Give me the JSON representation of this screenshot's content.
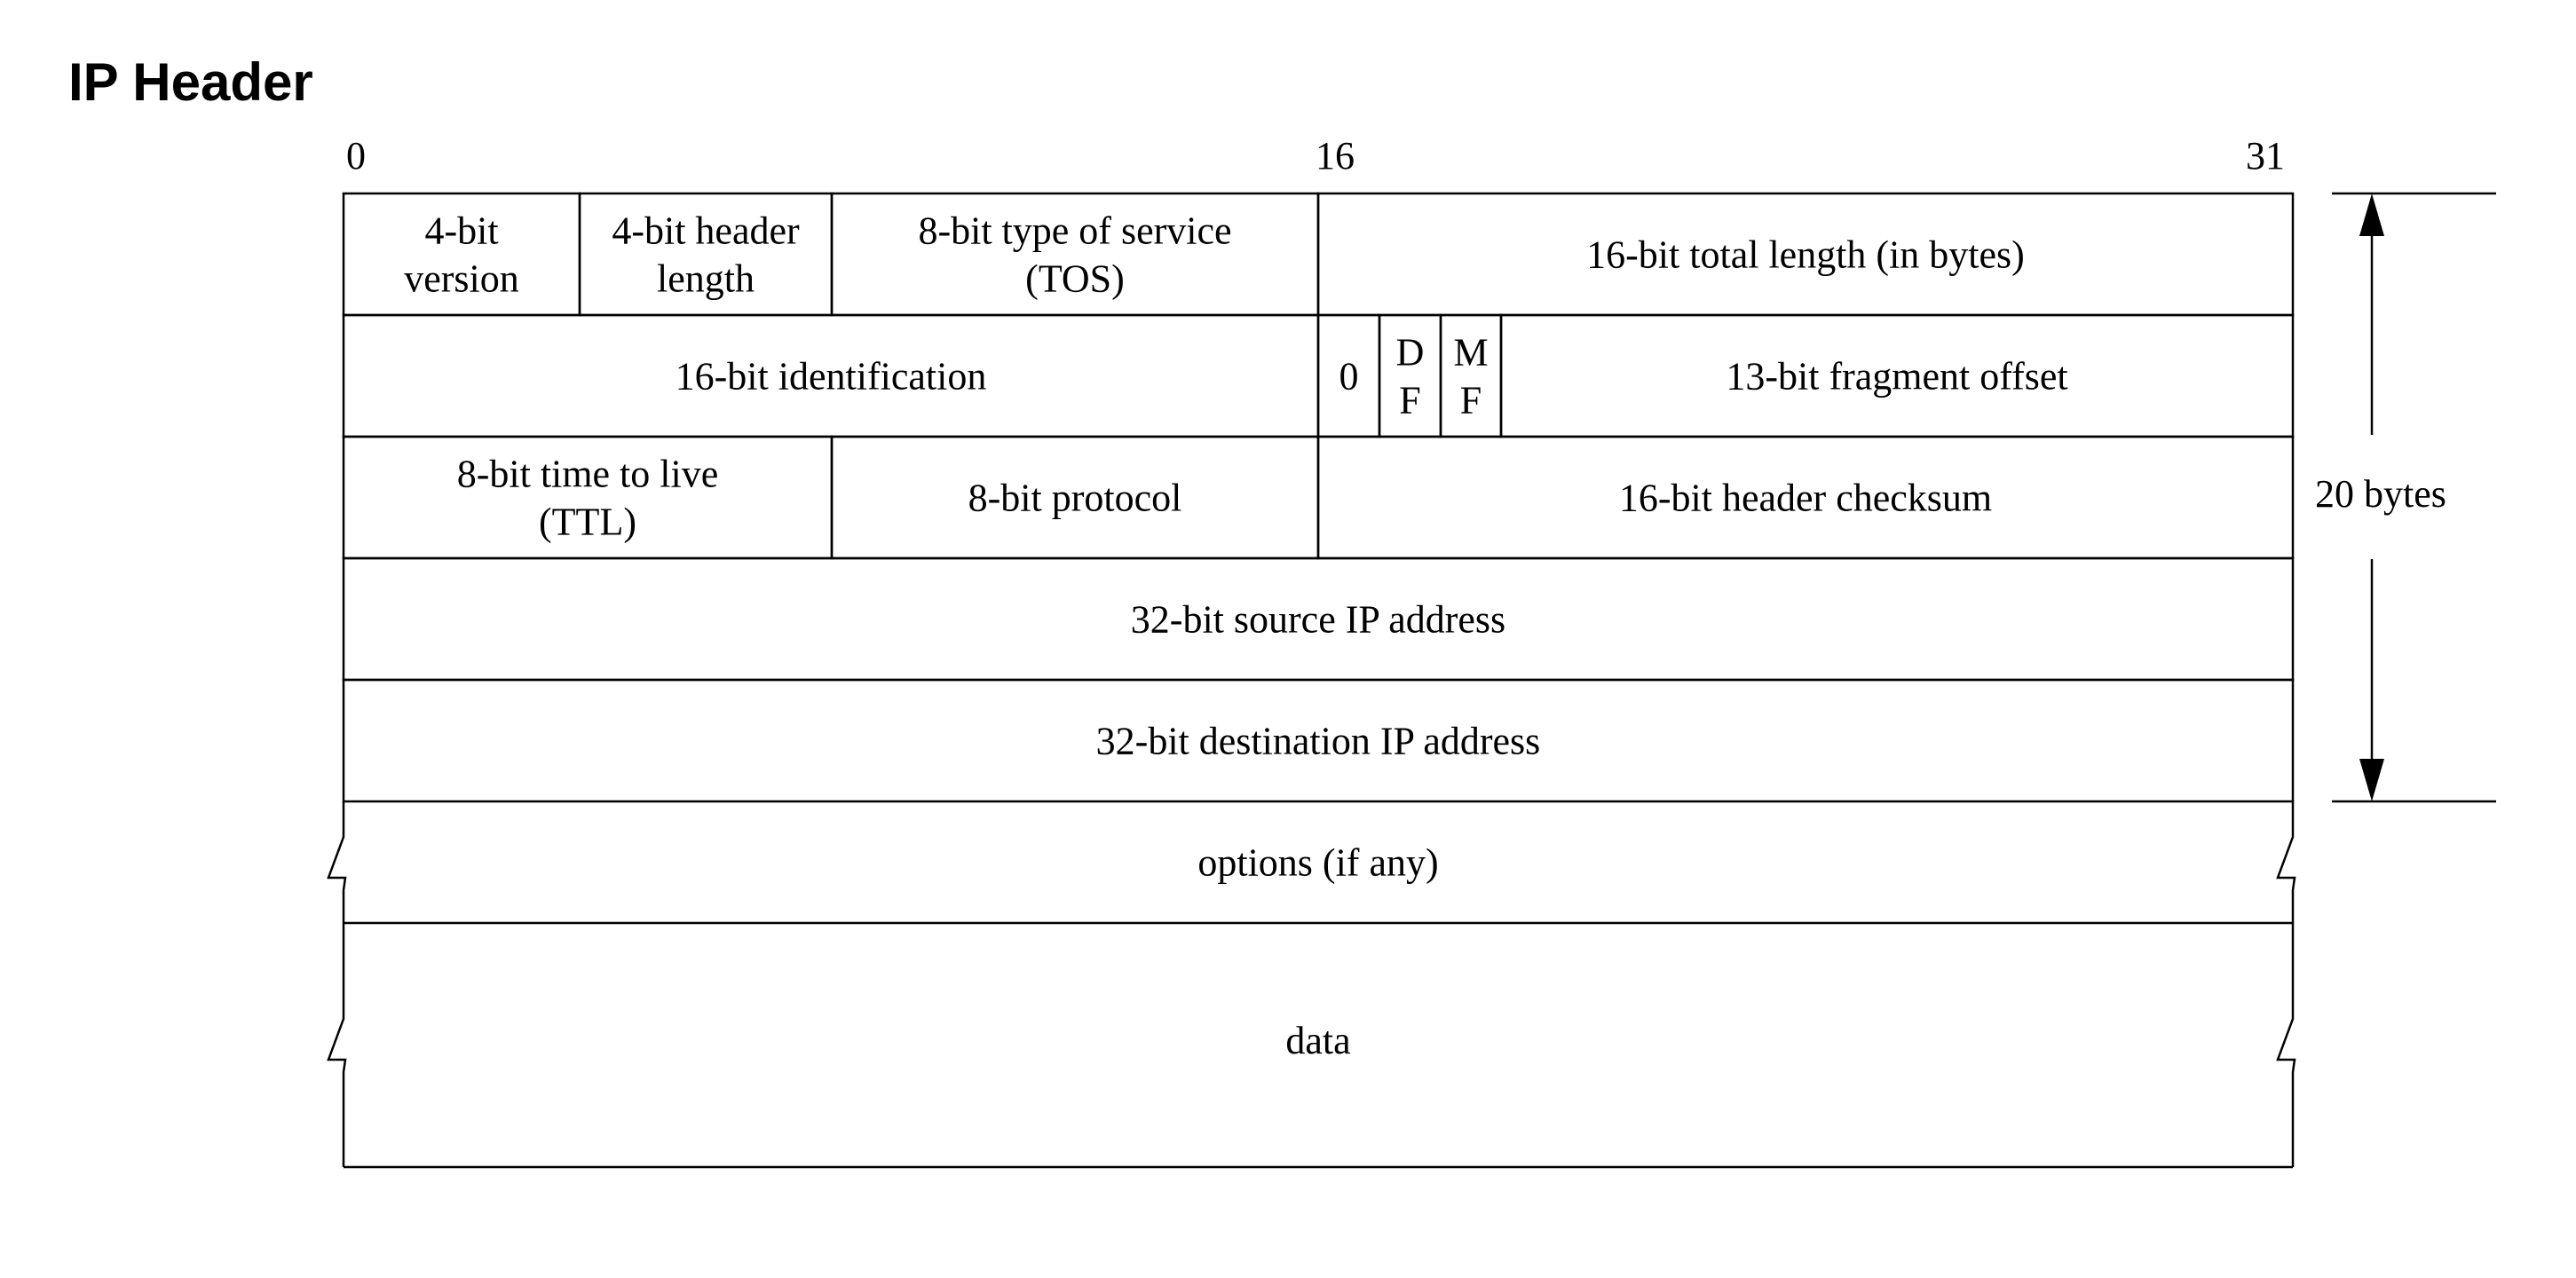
{
  "title": "IP Header",
  "bit_ticks": [
    "0",
    "16",
    "31"
  ],
  "rows": [
    [
      {
        "id": "version",
        "lines": [
          "4-bit",
          "version"
        ]
      },
      {
        "id": "header-length",
        "lines": [
          "4-bit header",
          "length"
        ]
      },
      {
        "id": "tos",
        "lines": [
          "8-bit type of service",
          "(TOS)"
        ]
      },
      {
        "id": "total-length",
        "lines": [
          "16-bit total length (in bytes)"
        ]
      }
    ],
    [
      {
        "id": "identification",
        "lines": [
          "16-bit identification"
        ]
      },
      {
        "id": "flag-zero",
        "lines": [
          "0"
        ]
      },
      {
        "id": "flag-df",
        "lines": [
          "D",
          "F"
        ]
      },
      {
        "id": "flag-mf",
        "lines": [
          "M",
          "F"
        ]
      },
      {
        "id": "fragment-offset",
        "lines": [
          "13-bit fragment offset"
        ]
      }
    ],
    [
      {
        "id": "ttl",
        "lines": [
          "8-bit time to live",
          "(TTL)"
        ]
      },
      {
        "id": "protocol",
        "lines": [
          "8-bit protocol"
        ]
      },
      {
        "id": "header-checksum",
        "lines": [
          "16-bit header checksum"
        ]
      }
    ],
    [
      {
        "id": "source-ip",
        "lines": [
          "32-bit source IP address"
        ]
      }
    ],
    [
      {
        "id": "destination-ip",
        "lines": [
          "32-bit destination IP address"
        ]
      }
    ]
  ],
  "options_label": "options (if any)",
  "data_label": "data",
  "size_label": "20 bytes"
}
